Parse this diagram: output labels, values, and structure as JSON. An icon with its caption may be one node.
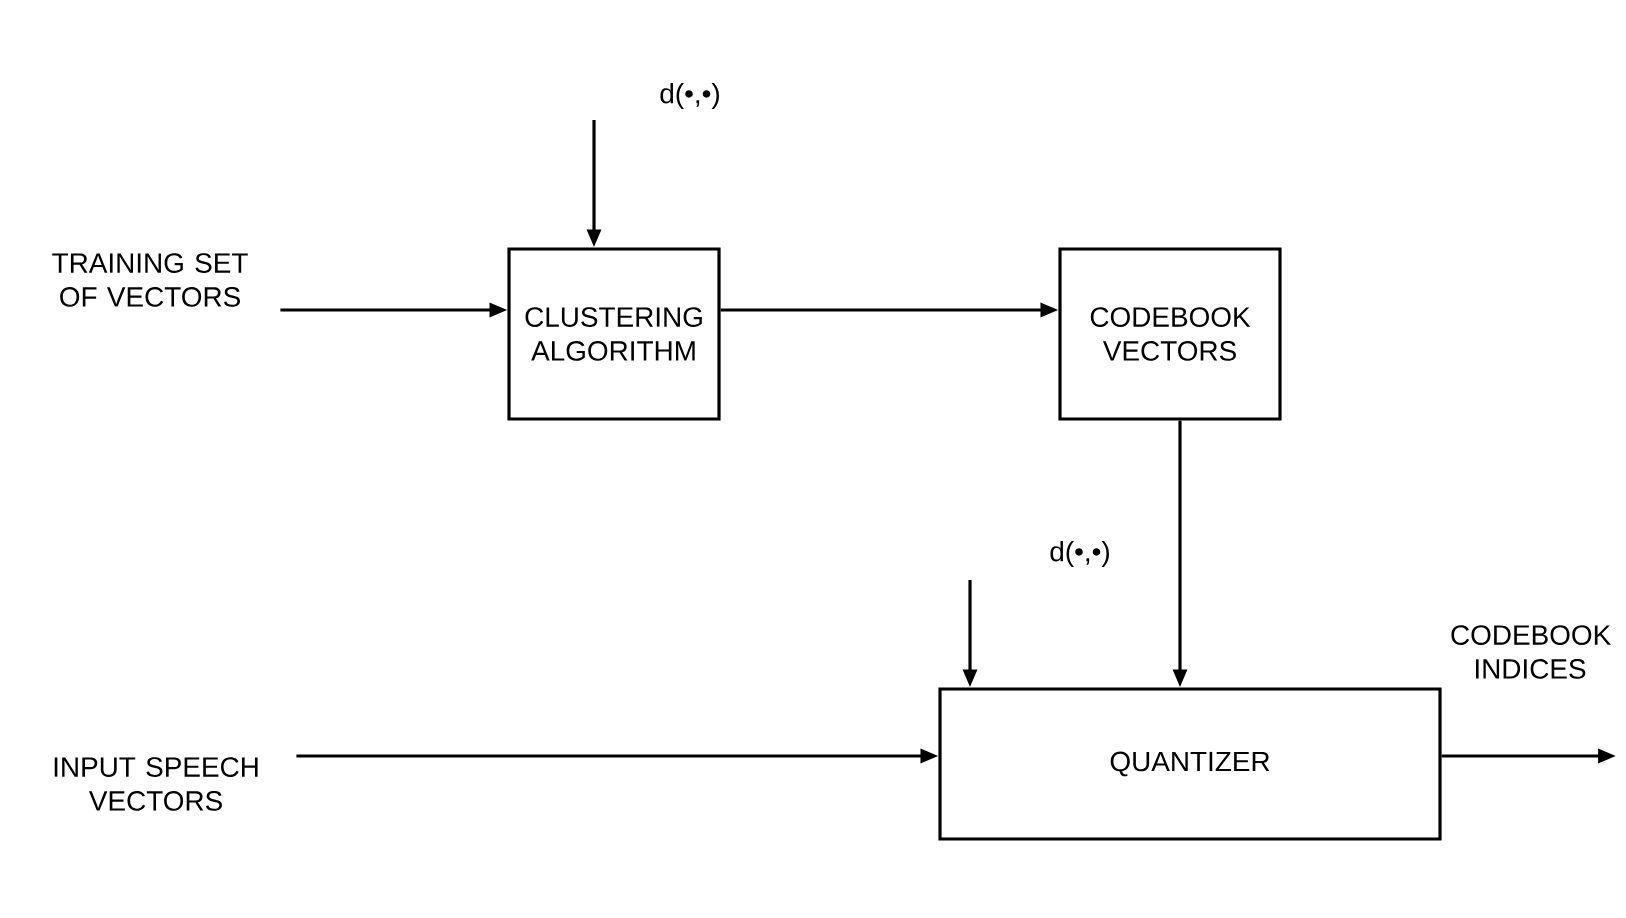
{
  "diagram": {
    "nodes": [
      {
        "text": [
          "TRAINING SET OF VECTORS"
        ]
      },
      {
        "text": [
          "CLUSTERING ALGORITHM"
        ]
      },
      {
        "text": [
          "CODEBOOK VECTORS"
        ]
      },
      {
        "text": [
          "QUANTIZER"
        ]
      },
      {
        "text": [
          "INPUT SPEECH VECTORS"
        ]
      }
    ],
    "edges": [
      {
        "from": 0,
        "to": 1,
        "arrow": "to"
      },
      {
        "from": 1,
        "to": 2,
        "arrow": "to"
      },
      {
        "from": 2,
        "to": 3,
        "arrow": "to"
      },
      {
        "from": 4,
        "to": 3,
        "arrow": "to"
      },
      {
        "from": null,
        "to": 1,
        "arrow": "to",
        "label": "d(•,•)"
      },
      {
        "from": null,
        "to": 3,
        "arrow": "to",
        "label": "d(•,•)"
      },
      {
        "from": 3,
        "to": null,
        "arrow": "to",
        "label": "CODEBOOK INDICES"
      }
    ]
  }
}
